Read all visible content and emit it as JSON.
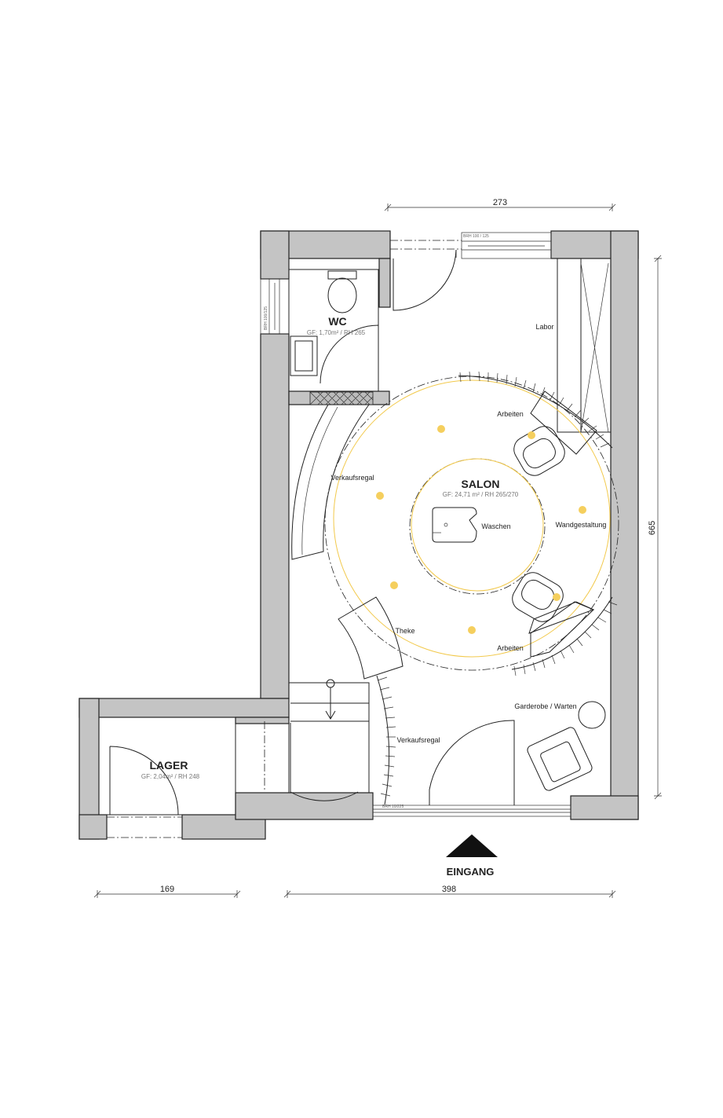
{
  "rooms": {
    "wc": {
      "name": "WC",
      "area": "GF: 1,70m² / RH 265"
    },
    "salon": {
      "name": "SALON",
      "area": "GF: 24,71 m² / RH 265/270"
    },
    "lager": {
      "name": "LAGER",
      "area": "GF: 2,04m² / RH 248"
    }
  },
  "labels": {
    "labor": "Labor",
    "arbeiten_top": "Arbeiten",
    "arbeiten_bottom": "Arbeiten",
    "verkaufsregal_top": "Verkaufsregal",
    "verkaufsregal_bottom": "Verkaufsregal",
    "waschen": "Waschen",
    "wandgestaltung": "Wandgestaltung",
    "theke": "Theke",
    "garderobe": "Garderobe / Warten",
    "eingang": "EINGANG",
    "window_top": "BRH 100 / 125",
    "window_wc": "BRH 100/125",
    "window_bottom": "BRH 10/225"
  },
  "dimensions": {
    "top_width": "273",
    "right_height": "665",
    "bottom_left": "169",
    "bottom_right": "398"
  },
  "colors": {
    "wall": "#c4c4c4",
    "light": "#f5cf5e",
    "ink": "#222222"
  }
}
